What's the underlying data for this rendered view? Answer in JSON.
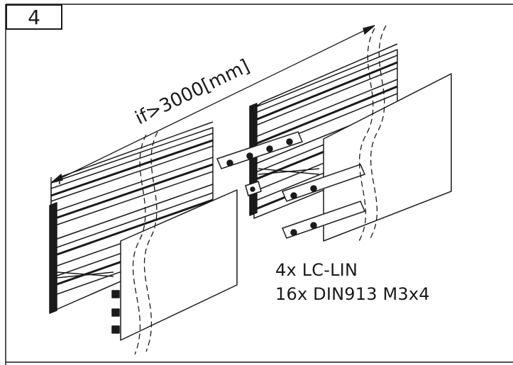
{
  "step": {
    "number": "4"
  },
  "dimension": {
    "label": "if>3000[mm]"
  },
  "parts_list": {
    "line1": "4x LC-LIN",
    "line2": "16x DIN913 M3x4"
  },
  "colors": {
    "ink": "#1a1a1a",
    "background": "#ffffff"
  }
}
